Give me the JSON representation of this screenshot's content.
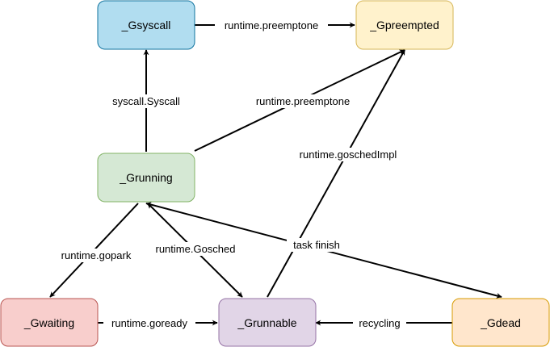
{
  "nodes": {
    "gsyscall": {
      "label": "_Gsyscall",
      "fill": "#b1ddf0",
      "stroke": "#10739e"
    },
    "gpreempted": {
      "label": "_Gpreempted",
      "fill": "#fff2cc",
      "stroke": "#d6b656"
    },
    "grunning": {
      "label": "_Grunning",
      "fill": "#d5e8d4",
      "stroke": "#82b366"
    },
    "gwaiting": {
      "label": "_Gwaiting",
      "fill": "#f8cecc",
      "stroke": "#b85450"
    },
    "grunnable": {
      "label": "_Grunnable",
      "fill": "#e1d5e7",
      "stroke": "#9673a6"
    },
    "gdead": {
      "label": "_Gdead",
      "fill": "#ffe6cc",
      "stroke": "#d79b00"
    }
  },
  "edges": {
    "syscall_to_preempted": {
      "label": "runtime.preemptone"
    },
    "running_to_syscall": {
      "label": "syscall.Syscall"
    },
    "running_to_preempted": {
      "label": "runtime.preemptone"
    },
    "runnable_to_preempted": {
      "label": "runtime.goschedImpl"
    },
    "running_to_waiting": {
      "label": "runtime.gopark"
    },
    "running_runnable": {
      "label": "runtime.Gosched"
    },
    "running_to_dead": {
      "label": "task finish"
    },
    "waiting_to_runnable": {
      "label": "runtime.goready"
    },
    "dead_to_runnable": {
      "label": "recycling"
    }
  }
}
